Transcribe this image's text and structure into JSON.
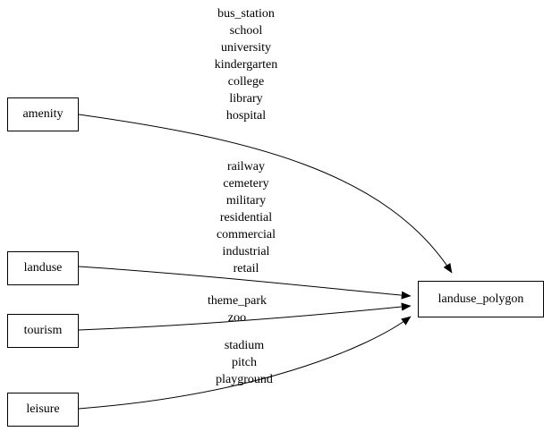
{
  "diagram": {
    "nodes": [
      {
        "id": "amenity",
        "label": "amenity"
      },
      {
        "id": "landuse",
        "label": "landuse"
      },
      {
        "id": "tourism",
        "label": "tourism"
      },
      {
        "id": "leisure",
        "label": "leisure"
      },
      {
        "id": "landuse_polygon",
        "label": "landuse_polygon"
      }
    ],
    "edges": [
      {
        "from": "amenity",
        "to": "landuse_polygon",
        "labels": [
          "bus_station",
          "school",
          "university",
          "kindergarten",
          "college",
          "library",
          "hospital"
        ]
      },
      {
        "from": "landuse",
        "to": "landuse_polygon",
        "labels": [
          "railway",
          "cemetery",
          "military",
          "residential",
          "commercial",
          "industrial",
          "retail"
        ]
      },
      {
        "from": "tourism",
        "to": "landuse_polygon",
        "labels": [
          "theme_park",
          "zoo"
        ]
      },
      {
        "from": "leisure",
        "to": "landuse_polygon",
        "labels": [
          "stadium",
          "pitch",
          "playground"
        ]
      }
    ],
    "colors": {
      "background": "#ffffff",
      "stroke": "#000000",
      "text": "#000000"
    }
  }
}
